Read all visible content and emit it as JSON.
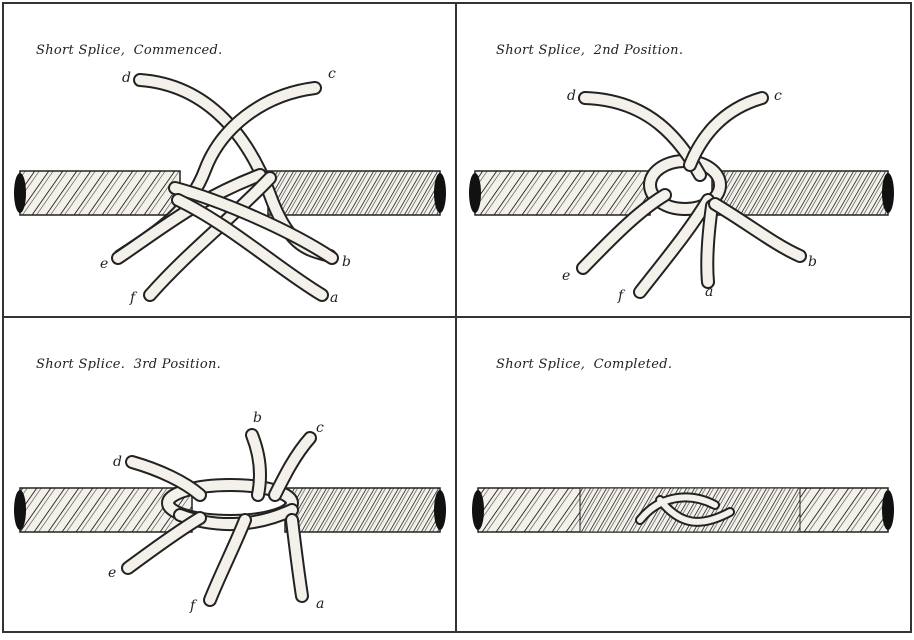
{
  "panels": [
    {
      "id": "commenced",
      "caption_prefix": "Short Splice,",
      "caption_suffix": "Commenced.",
      "strand_labels": [
        "a",
        "b",
        "c",
        "d",
        "e",
        "f"
      ]
    },
    {
      "id": "second",
      "caption_prefix": "Short Splice,",
      "caption_suffix": "2nd Position.",
      "strand_labels": [
        "a",
        "b",
        "c",
        "d",
        "e",
        "f"
      ]
    },
    {
      "id": "third",
      "caption_prefix": "Short Splice.",
      "caption_suffix": "3rd Position.",
      "strand_labels": [
        "a",
        "b",
        "c",
        "d",
        "e",
        "f"
      ]
    },
    {
      "id": "completed",
      "caption_prefix": "Short Splice,",
      "caption_suffix": "Completed."
    }
  ],
  "colors": {
    "ink": "#222222",
    "rope_fill": "#f4f1ea",
    "frame": "#333333"
  }
}
